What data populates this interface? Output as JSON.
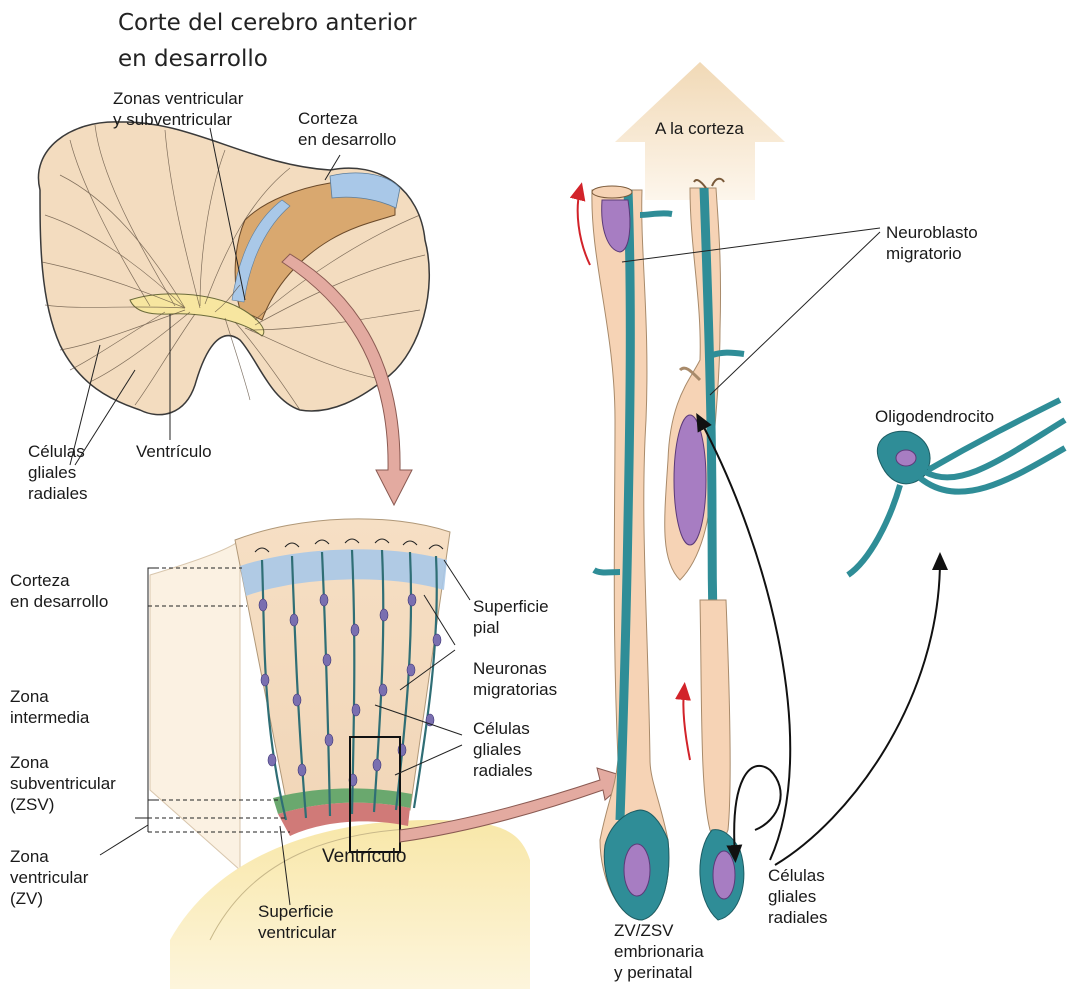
{
  "title": "Corte del cerebro anterior\nen desarrollo",
  "labels": {
    "zonas_vent_subvent": "Zonas ventricular\ny subventricular",
    "corteza_desarrollo_top": "Corteza\nen desarrollo",
    "celulas_gliales_left": "Células\ngliales\nradiales",
    "ventriculo_top": "Ventrículo",
    "corteza_desarrollo_side": "Corteza\nen desarrollo",
    "zona_intermedia": "Zona\nintermedia",
    "zona_subventricular": "Zona\nsubventricular\n(ZSV)",
    "zona_ventricular": "Zona\nventricular\n(ZV)",
    "superficie_pial": "Superficie\npial",
    "neuronas_migratorias": "Neuronas\nmigratorias",
    "celulas_gliales_mid": "Células\ngliales\nradiales",
    "ventriculo_bottom": "Ventrículo",
    "superficie_ventricular": "Superficie\nventricular",
    "a_la_corteza": "A la corteza",
    "neuroblasto_migratorio": "Neuroblasto\nmigratorio",
    "oligodendrocito": "Oligodendrocito",
    "celulas_gliales_right": "Células\ngliales\nradiales",
    "zv_zsv": "ZV/ZSV\nembrionaria\ny perinatal"
  },
  "colors": {
    "tissue": "#f3dcbf",
    "cortex": "#d9a86f",
    "cortex_blue": "#a9c8e8",
    "ventricle": "#f7e6a0",
    "glia": "#2f8d97",
    "neuron": "#f6d3b5",
    "nucleus": "#a77dc2",
    "arrow_pink": "#e3aaa0",
    "vz_red": "#d07a78",
    "svz_green": "#6aa86e"
  }
}
